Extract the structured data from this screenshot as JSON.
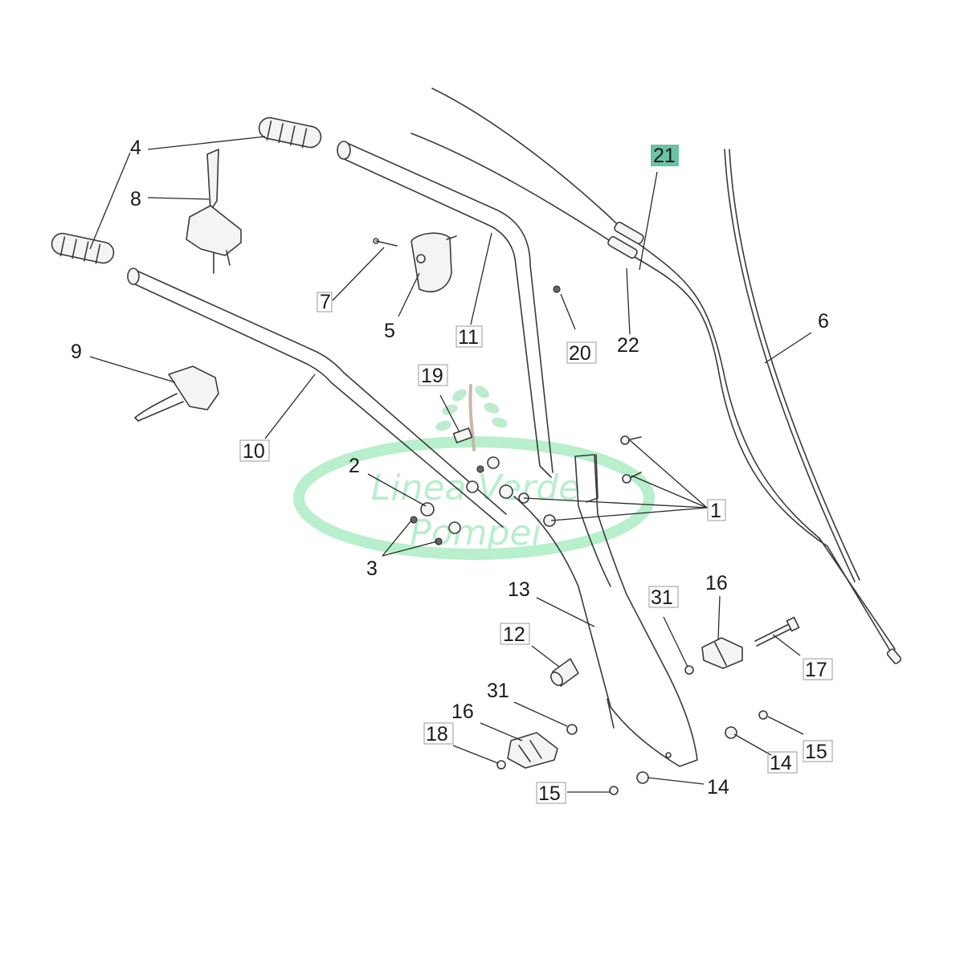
{
  "watermark": {
    "line1": "Linea Verde",
    "line2": "Pompei"
  },
  "callouts": {
    "c1": "1",
    "c2": "2",
    "c3": "3",
    "c4": "4",
    "c5": "5",
    "c6": "6",
    "c7": "7",
    "c8": "8",
    "c9": "9",
    "c10": "10",
    "c11": "11",
    "c12": "12",
    "c13": "13",
    "c14a": "14",
    "c14b": "14",
    "c15a": "15",
    "c15b": "15",
    "c16a": "16",
    "c16b": "16",
    "c17": "17",
    "c18": "18",
    "c19": "19",
    "c20": "20",
    "c21": "21",
    "c22": "22",
    "c31a": "31",
    "c31b": "31"
  },
  "colors": {
    "highlight": "#6cc2a6",
    "watermark": "#b8efcc"
  }
}
